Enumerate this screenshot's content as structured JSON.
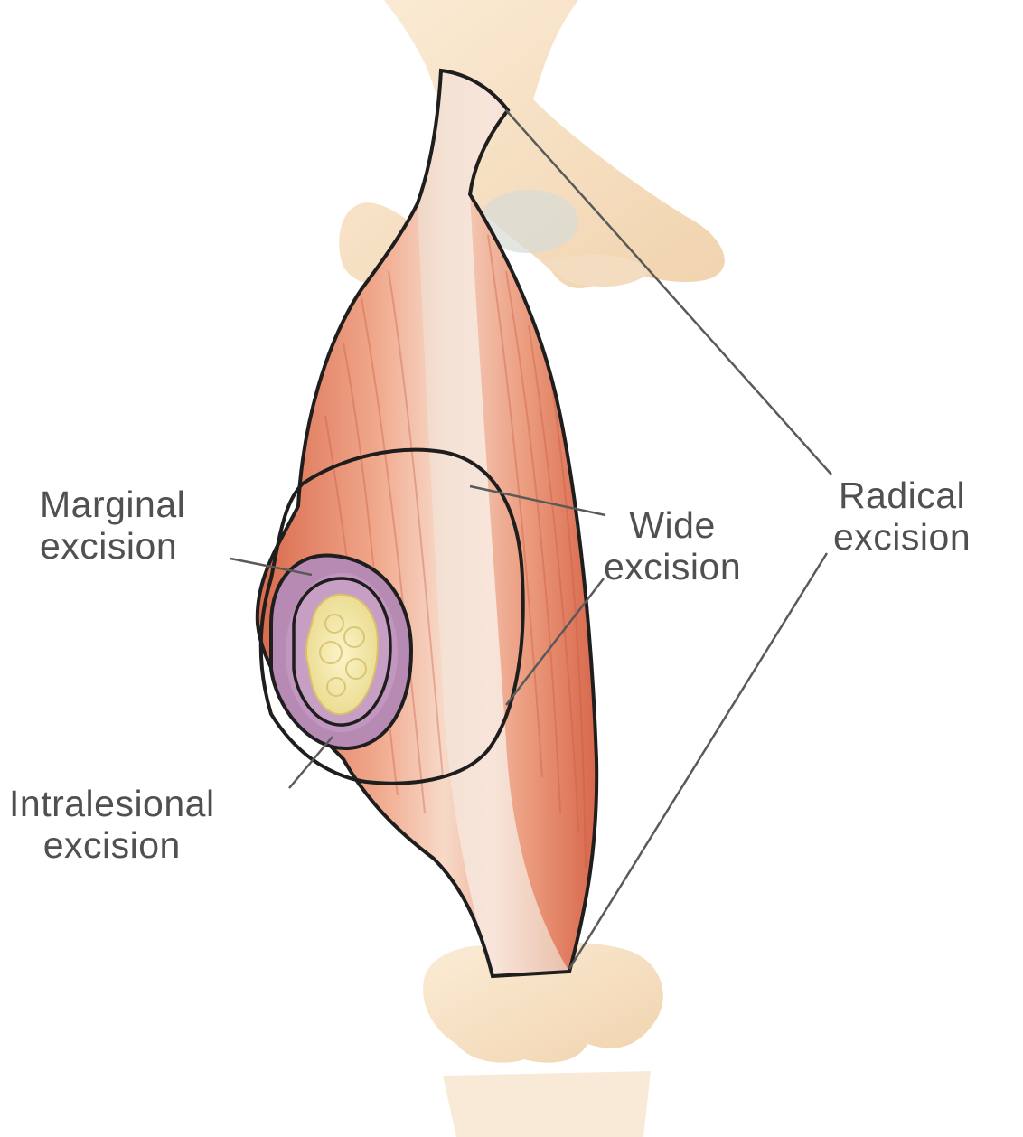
{
  "labels": {
    "marginal": {
      "line1": "Marginal",
      "line2": "excision"
    },
    "wide": {
      "line1": "Wide",
      "line2": "excision"
    },
    "radical": {
      "line1": "Radical",
      "line2": "excision"
    },
    "intralesional": {
      "line1": "Intralesional",
      "line2": "excision"
    }
  },
  "colors": {
    "bone": "#f6e0c2",
    "muscle": "#e98f6f",
    "tendon": "#f7ece3",
    "tumor_capsule": "#b78ab4",
    "tumor": "#f2e6a0",
    "outline": "#1e1e1e",
    "leader_line": "#5a5a5a",
    "label_text": "#505050"
  }
}
